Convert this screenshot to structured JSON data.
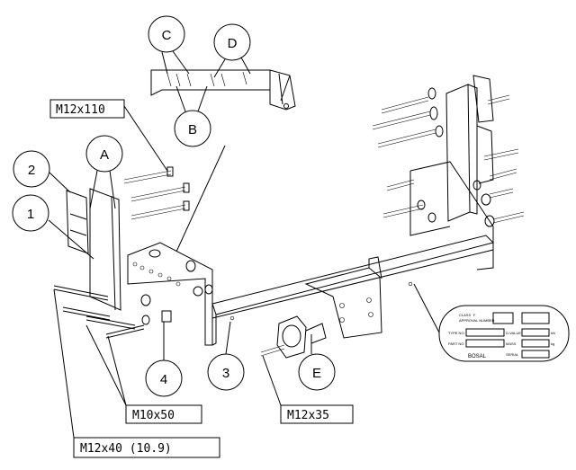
{
  "callouts": {
    "c": "C",
    "d": "D",
    "b": "B",
    "a": "A",
    "e": "E",
    "n1": "1",
    "n2": "2",
    "n3": "3",
    "n4": "4"
  },
  "bolt_labels": {
    "m12x110": "M12x110",
    "m10x50": "M10x50",
    "m12x35": "M12x35",
    "m12x40": "M12x40 (10.9)"
  },
  "plate": {
    "class_label": "CLASS",
    "class_value": "F",
    "approval": "APPROVAL NUMBER",
    "type_no": "TYPE NO.",
    "d_value": "D-VALUE",
    "part_no": "PART NO.",
    "mass": "MASS",
    "serial": "SERIAL",
    "unit_kn": "kN",
    "unit_kg": "kg",
    "brand": "BOSAL"
  },
  "colors": {
    "line": "#000000",
    "background": "#ffffff"
  }
}
